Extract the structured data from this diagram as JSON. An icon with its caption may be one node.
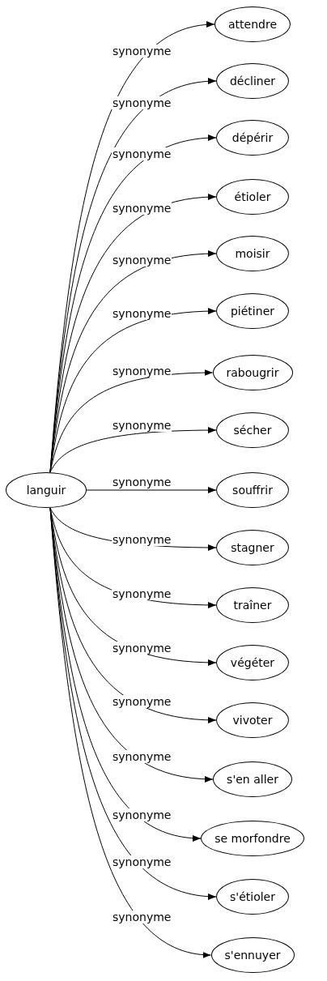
{
  "diagram": {
    "nodes": [
      {
        "text": [
          "languir"
        ]
      },
      {
        "text": [
          "attendre"
        ]
      },
      {
        "text": [
          "décliner"
        ]
      },
      {
        "text": [
          "dépérir"
        ]
      },
      {
        "text": [
          "étioler"
        ]
      },
      {
        "text": [
          "moisir"
        ]
      },
      {
        "text": [
          "piétiner"
        ]
      },
      {
        "text": [
          "rabougrir"
        ]
      },
      {
        "text": [
          "sécher"
        ]
      },
      {
        "text": [
          "souffrir"
        ]
      },
      {
        "text": [
          "stagner"
        ]
      },
      {
        "text": [
          "traîner"
        ]
      },
      {
        "text": [
          "végéter"
        ]
      },
      {
        "text": [
          "vivoter"
        ]
      },
      {
        "text": [
          "s'en aller"
        ]
      },
      {
        "text": [
          "se morfondre"
        ]
      },
      {
        "text": [
          "s'étioler"
        ]
      },
      {
        "text": [
          "s'ennuyer"
        ]
      }
    ],
    "edges": [
      {
        "from": 0,
        "to": 1,
        "arrow": "to",
        "label": "synonyme"
      },
      {
        "from": 0,
        "to": 2,
        "arrow": "to",
        "label": "synonyme"
      },
      {
        "from": 0,
        "to": 3,
        "arrow": "to",
        "label": "synonyme"
      },
      {
        "from": 0,
        "to": 4,
        "arrow": "to",
        "label": "synonyme"
      },
      {
        "from": 0,
        "to": 5,
        "arrow": "to",
        "label": "synonyme"
      },
      {
        "from": 0,
        "to": 6,
        "arrow": "to",
        "label": "synonyme"
      },
      {
        "from": 0,
        "to": 7,
        "arrow": "to",
        "label": "synonyme"
      },
      {
        "from": 0,
        "to": 8,
        "arrow": "to",
        "label": "synonyme"
      },
      {
        "from": 0,
        "to": 9,
        "arrow": "to",
        "label": "synonyme"
      },
      {
        "from": 0,
        "to": 10,
        "arrow": "to",
        "label": "synonyme"
      },
      {
        "from": 0,
        "to": 11,
        "arrow": "to",
        "label": "synonyme"
      },
      {
        "from": 0,
        "to": 12,
        "arrow": "to",
        "label": "synonyme"
      },
      {
        "from": 0,
        "to": 13,
        "arrow": "to",
        "label": "synonyme"
      },
      {
        "from": 0,
        "to": 14,
        "arrow": "to",
        "label": "synonyme"
      },
      {
        "from": 0,
        "to": 15,
        "arrow": "to",
        "label": "synonyme"
      },
      {
        "from": 0,
        "to": 16,
        "arrow": "to",
        "label": "synonyme"
      },
      {
        "from": 0,
        "to": 17,
        "arrow": "to",
        "label": "synonyme"
      }
    ]
  }
}
